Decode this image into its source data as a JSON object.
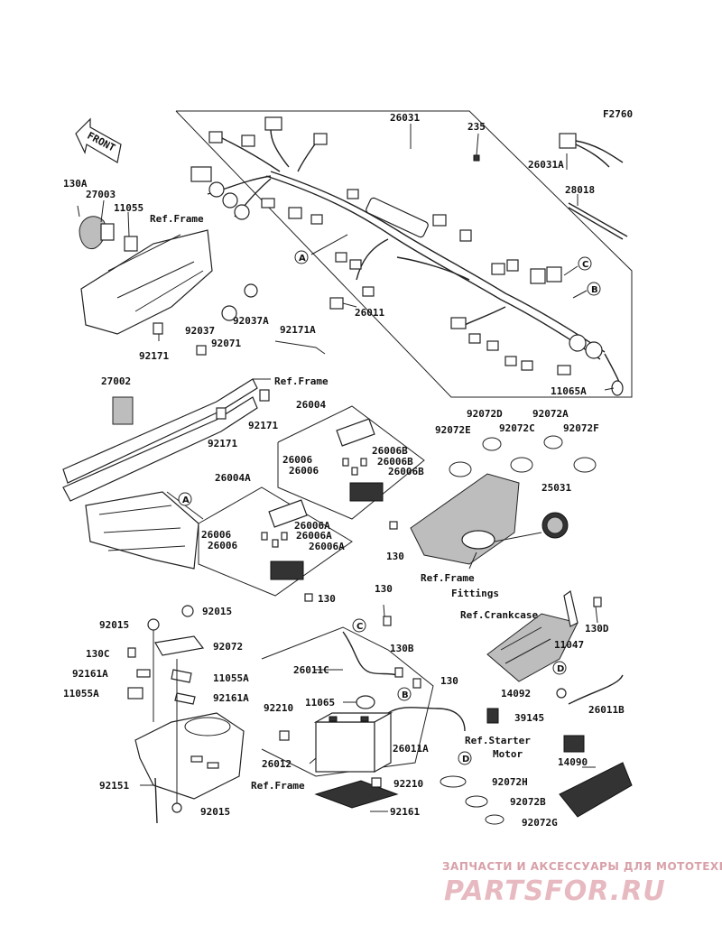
{
  "figure_code": "F2760",
  "front_arrow_label": "FRONT",
  "watermark": {
    "line1": "ЗАПЧАСТИ И АКСЕССУАРЫ ДЛЯ МОТОТЕХНИКИ",
    "line2": "PARTSFOR.RU"
  },
  "callouts": [
    "A",
    "B",
    "C",
    "D"
  ],
  "parts": {
    "p26031": "26031",
    "p235": "235",
    "p26031A": "26031A",
    "p28018": "28018",
    "p130A": "130A",
    "p27003": "27003",
    "p11055": "11055",
    "refFrame1": "Ref.Frame",
    "p26011": "26011",
    "p92037": "92037",
    "p92037A": "92037A",
    "p92071": "92071",
    "p92171A": "92171A",
    "p92171a": "92171",
    "p11065A": "11065A",
    "p27002": "27002",
    "refFrame2": "Ref.Frame",
    "p92171b": "92171",
    "p92171c": "92171",
    "p26004": "26004",
    "p26006B1": "26006B",
    "p26006a": "26006",
    "p26006B2": "26006B",
    "p26006b": "26006",
    "p26006B3": "26006B",
    "p92072E": "92072E",
    "p92072D": "92072D",
    "p92072C": "92072C",
    "p92072A": "92072A",
    "p92072F": "92072F",
    "p26004A": "26004A",
    "p26006c": "26006",
    "p26006A1": "26006A",
    "p26006A2": "26006A",
    "p26006d": "26006",
    "p26006A3": "26006A",
    "p25031": "25031",
    "p130a": "130",
    "p130b": "130",
    "refFrame3": "Ref.Frame",
    "fittings": "Fittings",
    "p130c": "130",
    "refCrankcase": "Ref.Crankcase",
    "p130D": "130D",
    "p11047": "11047",
    "p92015a": "92015",
    "p92015b": "92015",
    "p92072": "92072",
    "p130C": "130C",
    "p92161A1": "92161A",
    "p11055A1": "11055A",
    "p11055A2": "11055A",
    "p92161A2": "92161A",
    "p26011C": "26011C",
    "p130B": "130B",
    "p130d": "130",
    "p11065": "11065",
    "p92210a": "92210",
    "p26012": "26012",
    "p26011A": "26011A",
    "p92210b": "92210",
    "p14092": "14092",
    "p26011B": "26011B",
    "p39145": "39145",
    "refStarter": "Ref.Starter",
    "motor": "Motor",
    "p92151": "92151",
    "refFrame4": "Ref.Frame",
    "p92015c": "92015",
    "p92072H": "92072H",
    "p92072B": "92072B",
    "p92072G": "92072G",
    "p14090": "14090",
    "p92161": "92161"
  }
}
